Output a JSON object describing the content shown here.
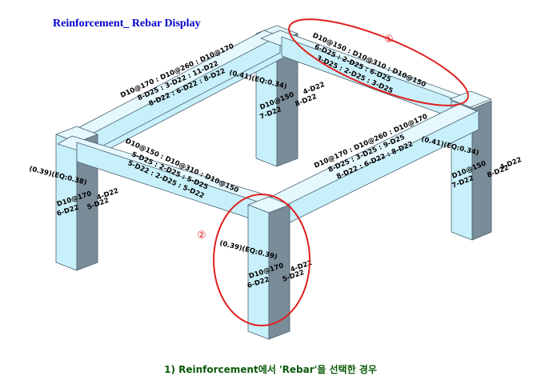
{
  "title": "Reinforcement_ Rebar Display",
  "caption": "1) Reinforcement에서 'Rebar'을 선택한 경우",
  "colors": {
    "frame_face": "#c8f0fa",
    "frame_top": "#e4f8fd",
    "frame_side": "#7a8c98",
    "highlight": "#e02020",
    "text": "#000000"
  },
  "markers": {
    "m1": "①",
    "m2": "②"
  },
  "labels": {
    "back_beam_1": "D10@150 : D10@310 : D10@150",
    "back_beam_2": "6-D25 : 2-D25 : 6-D25",
    "back_beam_3": "3-D25 : 2-D25 : 3-D25",
    "left_beam_1": "D10@170 : D10@260 : D10@170",
    "left_beam_2": "8-D25 : 3-D22 : 11-D22",
    "left_beam_3": "8-D22 : 6-D22 : 8-D22",
    "front_beam_1": "D10@150 : D10@310 : D10@150",
    "front_beam_2": "5-D25 : 2-D25 : 5-D25",
    "front_beam_3": "5-D22 : 2-D25 : 5-D22",
    "right_beam_1": "D10@170 : D10@260 : D10@170",
    "right_beam_2": "8-D25 : 3-D25 : 9-D25",
    "right_beam_3": "8-D22 : 6-D22 : 8-D22",
    "back_col_ratio": "(0.41)(EQ:0.34)",
    "back_col_side": "4-D22",
    "back_col_side2": "8-D22",
    "back_col_face1": "D10@150",
    "back_col_face2": "7-D22",
    "right_col_ratio": "(0.41)(EQ:0.34)",
    "right_col_side": "4-D22",
    "right_col_side2": "8-D22",
    "right_col_face1": "D10@150",
    "right_col_face2": "7-D22",
    "left_col_ratio": "(0.39)(EQ:0.38)",
    "left_col_side": "4-D22",
    "left_col_side2": "5-D22",
    "left_col_face1": "D10@170",
    "left_col_face2": "6-D22",
    "front_col_ratio": "(0.39)(EQ:0.39)",
    "front_col_side": "4-D22",
    "front_col_side2": "5-D22",
    "front_col_face1": "D10@170",
    "front_col_face2": "6-D22"
  }
}
